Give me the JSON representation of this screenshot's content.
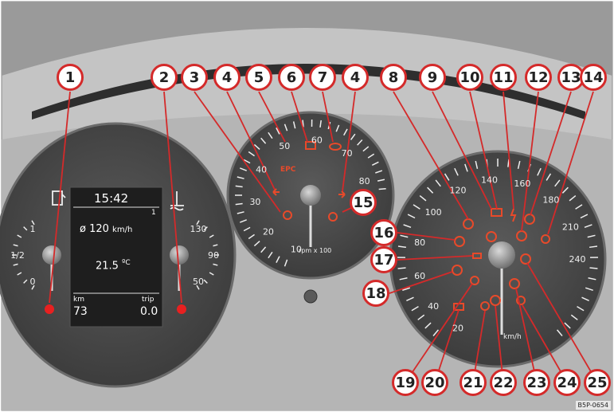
{
  "display": {
    "clock": "15:42",
    "gear_indicator": "1",
    "avg_speed": "ø 120",
    "avg_speed_unit": "km/h",
    "temperature": "21.5",
    "temperature_unit": "ºC",
    "odo_label": "km",
    "odo_value": "73",
    "trip_label": "trip",
    "trip_value": "0.0"
  },
  "fuel_gauge": {
    "scale": [
      "1",
      "1/2",
      "0"
    ]
  },
  "coolant_gauge": {
    "scale": [
      "130",
      "90",
      "50"
    ]
  },
  "tachometer": {
    "scale": [
      "10",
      "20",
      "30",
      "40",
      "50",
      "60",
      "70",
      "80"
    ],
    "unit": "rpm x 100",
    "epc_label": "EPC"
  },
  "speedometer": {
    "scale": [
      "20",
      "40",
      "60",
      "80",
      "100",
      "120",
      "140",
      "160",
      "180",
      "210",
      "240"
    ],
    "unit": "km/h"
  },
  "callouts": [
    "1",
    "2",
    "3",
    "4",
    "5",
    "6",
    "7",
    "4",
    "8",
    "9",
    "10",
    "11",
    "12",
    "13",
    "14",
    "15",
    "16",
    "17",
    "18",
    "19",
    "20",
    "21",
    "22",
    "23",
    "24",
    "25"
  ],
  "image_ref": "B5P-0654",
  "colors": {
    "callout_ring": "#d42a2a",
    "warning_lamp": "#e84a2a",
    "panel": "#2c2c2c",
    "surround": "#b9b9b9"
  }
}
